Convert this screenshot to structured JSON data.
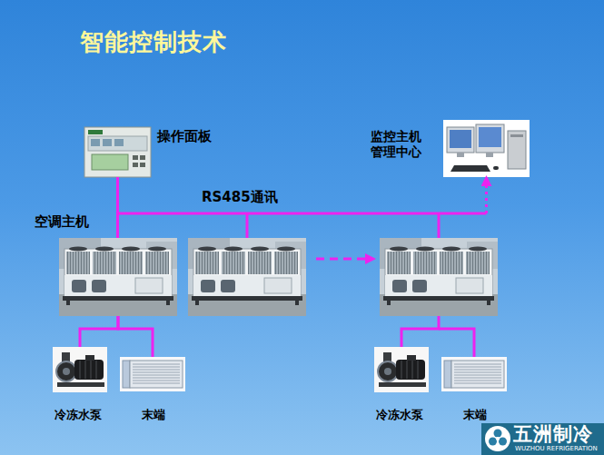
{
  "diagram": {
    "title": "智能控制技术",
    "nodes": [
      {
        "text": [
          "操作面板"
        ]
      },
      {
        "text": [
          "监控主机 管理中心"
        ]
      },
      {
        "text": [
          "空调主机"
        ]
      },
      {
        "text": [
          "冷冻水泵"
        ]
      },
      {
        "text": [
          "末端"
        ]
      },
      {
        "text": [
          "冷冻水泵"
        ]
      },
      {
        "text": [
          "末端"
        ]
      }
    ],
    "edges": [
      {
        "from": 0,
        "to": 2,
        "arrow": "none"
      },
      {
        "from": 2,
        "to": 1,
        "label": "RS485通讯",
        "arrow": "to"
      },
      {
        "from": 2,
        "to": 3,
        "arrow": "none"
      },
      {
        "from": 2,
        "to": 4,
        "arrow": "none"
      }
    ],
    "labels": [
      "五洲制冷",
      "WUZHOU REFRIGERATION"
    ]
  }
}
